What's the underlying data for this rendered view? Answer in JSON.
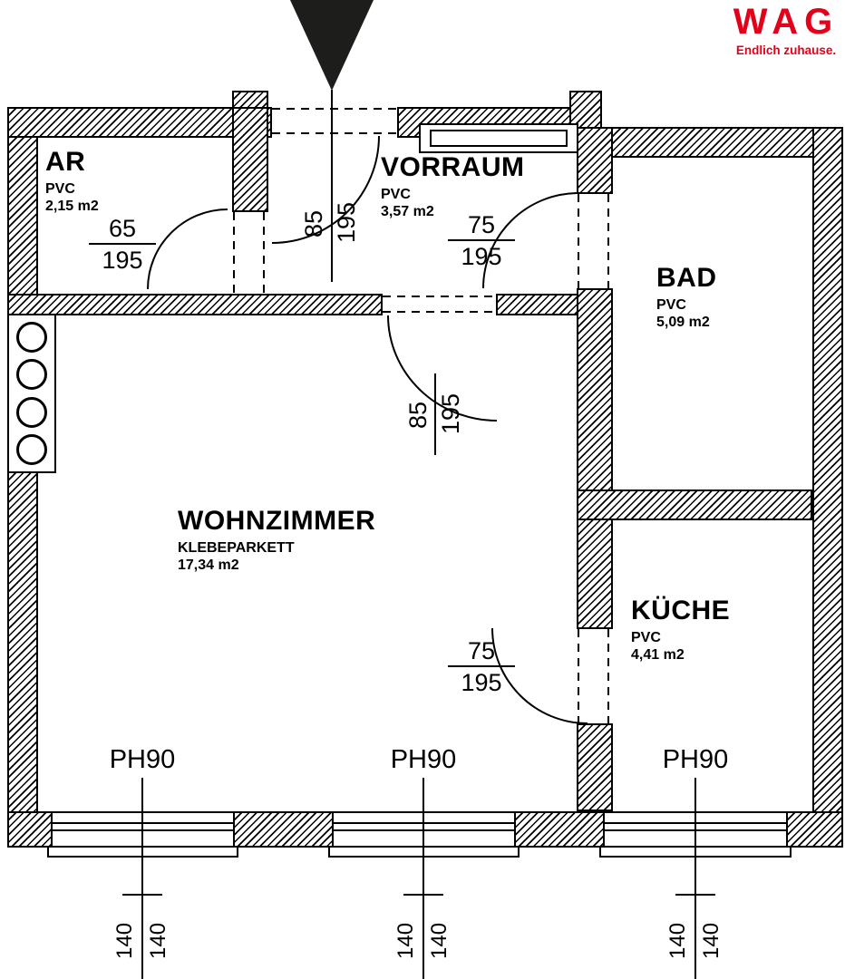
{
  "colors": {
    "brand_red": "#e2001a",
    "ink": "#000000"
  },
  "logo": {
    "brand": "WAG",
    "tagline": "Endlich zuhause."
  },
  "rooms": [
    {
      "name": "AR",
      "floor": "PVC",
      "area": "2,15 m2"
    },
    {
      "name": "VORRAUM",
      "floor": "PVC",
      "area": "3,57 m2"
    },
    {
      "name": "BAD",
      "floor": "PVC",
      "area": "5,09 m2"
    },
    {
      "name": "WOHNZIMMER",
      "floor": "KLEBEPARKETT",
      "area": "17,34 m2"
    },
    {
      "name": "KÜCHE",
      "floor": "PVC",
      "area": "4,41 m2"
    }
  ],
  "door_dimensions": {
    "ar": {
      "width": "65",
      "height": "195"
    },
    "entrance": {
      "width": "85",
      "height": "195"
    },
    "bad": {
      "width": "75",
      "height": "195"
    },
    "wohnzimmer": {
      "width": "85",
      "height": "195"
    },
    "kueche": {
      "width": "75",
      "height": "195"
    }
  },
  "windows": [
    {
      "label": "PH90",
      "dim_left": "140",
      "dim_right": "140"
    },
    {
      "label": "PH90",
      "dim_left": "140",
      "dim_right": "140"
    },
    {
      "label": "PH90",
      "dim_left": "140",
      "dim_right": "140"
    }
  ]
}
